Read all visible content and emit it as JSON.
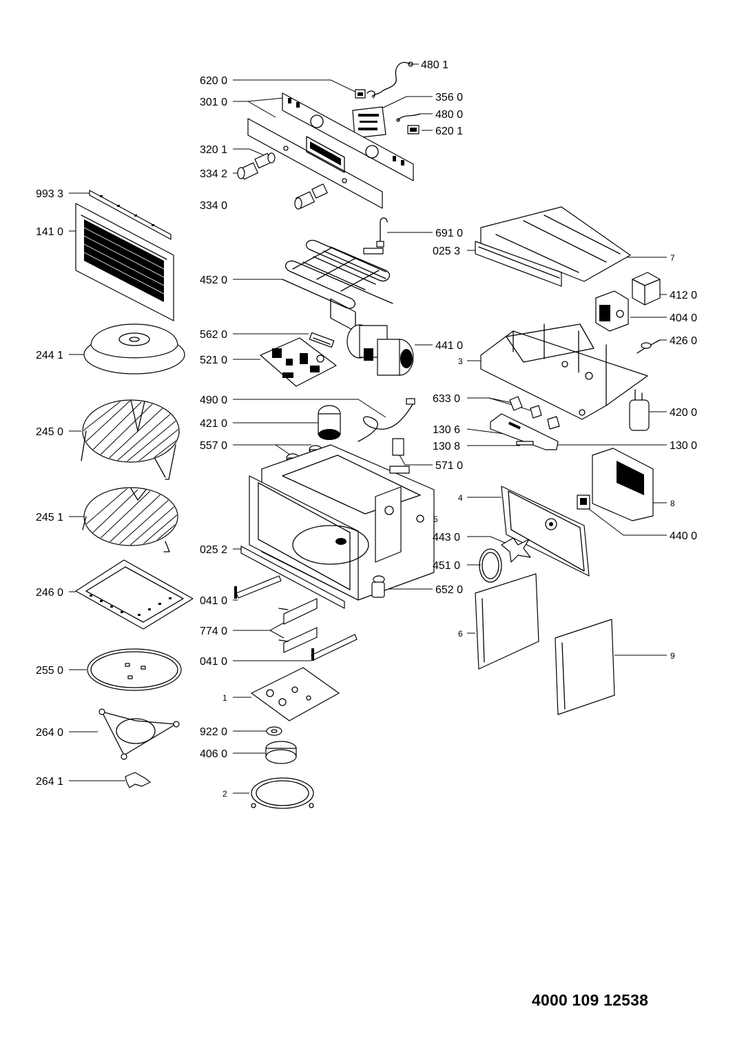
{
  "document_number": "4000 109 12538",
  "part_labels": {
    "l4801": "480 1",
    "l6200": "620 0",
    "l3560": "356 0",
    "l3010": "301 0",
    "l4800": "480 0",
    "l6201": "620 1",
    "l3201": "320 1",
    "l3342": "334 2",
    "l9933": "993 3",
    "l3340": "334 0",
    "l1410": "141 0",
    "l6910": "691 0",
    "l0253": "025 3",
    "l7": "7",
    "l4520": "452 0",
    "l4120": "412 0",
    "l4040": "404 0",
    "l5620": "562 0",
    "l4260": "426 0",
    "l2441": "244 1",
    "l5210": "521 0",
    "l4410": "441 0",
    "l3": "3",
    "l4900": "490 0",
    "l6330": "633 0",
    "l4210": "421 0",
    "l4200": "420 0",
    "l2450": "245 0",
    "l1306": "130 6",
    "l5570": "557 0",
    "l1308": "130 8",
    "l1300": "130 0",
    "l5710": "571 0",
    "l4": "4",
    "l8": "8",
    "l2451": "245 1",
    "l5": "5",
    "l4430": "443 0",
    "l4400": "440 0",
    "l0252": "025 2",
    "l4510": "451 0",
    "l2460": "246 0",
    "l0410a": "041 0",
    "l6520": "652 0",
    "l6": "6",
    "l7740": "774 0",
    "l9": "9",
    "l2550": "255 0",
    "l0410b": "041 0",
    "l1": "1",
    "l2640": "264 0",
    "l9220": "922 0",
    "l4060": "406 0",
    "l2641": "264 1",
    "l2": "2"
  }
}
